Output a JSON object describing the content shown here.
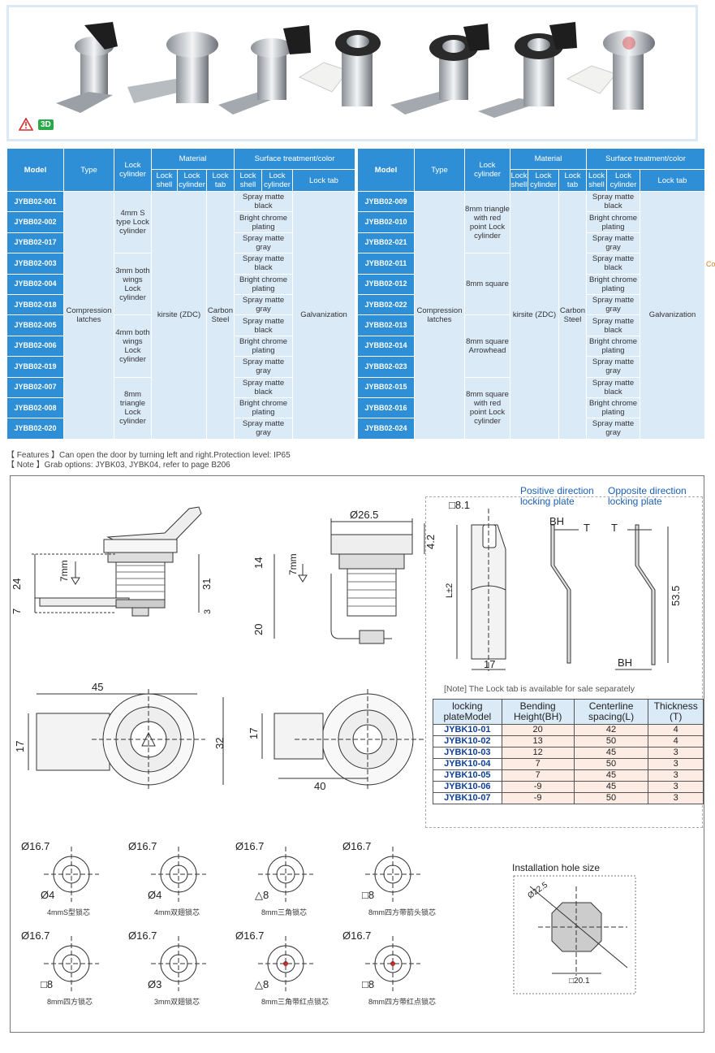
{
  "badges": {
    "warn_icon": "warning-icon",
    "three_d": "3D"
  },
  "table_headers": {
    "model": "Model",
    "type": "Type",
    "lock_cylinder": "Lock cylinder",
    "material": "Material",
    "surface": "Surface treatment/color",
    "lock_shell": "Lock shell",
    "lock_cyl_sub": "Lock cylinder",
    "lock_tab": "Lock tab",
    "lock_tab2": "Lock tab"
  },
  "left_table": {
    "type": "Compression latches",
    "material_shell": "kirsite (ZDC)",
    "material_tab": "Carbon Steel",
    "lock_tab": "Galvanization",
    "groups": [
      {
        "cylinder": "4mm S type Lock cylinder",
        "rows": [
          {
            "model": "JYBB02-001",
            "color": "Spray matte black"
          },
          {
            "model": "JYBB02-002",
            "color": "Bright chrome plating"
          },
          {
            "model": "JYBB02-017",
            "color": "Spray matte gray"
          }
        ]
      },
      {
        "cylinder": "3mm both wings Lock cylinder",
        "rows": [
          {
            "model": "JYBB02-003",
            "color": "Spray matte black"
          },
          {
            "model": "JYBB02-004",
            "color": "Bright chrome plating"
          },
          {
            "model": "JYBB02-018",
            "color": "Spray matte gray"
          }
        ]
      },
      {
        "cylinder": "4mm both wings Lock cylinder",
        "rows": [
          {
            "model": "JYBB02-005",
            "color": "Spray matte black"
          },
          {
            "model": "JYBB02-006",
            "color": "Bright chrome plating"
          },
          {
            "model": "JYBB02-019",
            "color": "Spray matte gray"
          }
        ]
      },
      {
        "cylinder": "8mm triangle Lock cylinder",
        "rows": [
          {
            "model": "JYBB02-007",
            "color": "Spray matte black"
          },
          {
            "model": "JYBB02-008",
            "color": "Bright chrome plating"
          },
          {
            "model": "JYBB02-020",
            "color": "Spray matte gray"
          }
        ]
      }
    ]
  },
  "right_table": {
    "type": "Compression latches",
    "material_shell": "kirsite (ZDC)",
    "material_tab": "Carbon Steel",
    "lock_tab": "Galvanization",
    "groups": [
      {
        "cylinder": "8mm triangle with red point Lock cylinder",
        "rows": [
          {
            "model": "JYBB02-009",
            "color": "Spray matte black"
          },
          {
            "model": "JYBB02-010",
            "color": "Bright chrome plating"
          },
          {
            "model": "JYBB02-021",
            "color": "Spray matte gray"
          }
        ]
      },
      {
        "cylinder": "8mm square",
        "rows": [
          {
            "model": "JYBB02-011",
            "color": "Spray matte black"
          },
          {
            "model": "JYBB02-012",
            "color": "Bright chrome plating"
          },
          {
            "model": "JYBB02-022",
            "color": "Spray matte gray"
          }
        ]
      },
      {
        "cylinder": "8mm square Arrowhead",
        "rows": [
          {
            "model": "JYBB02-013",
            "color": "Spray matte black"
          },
          {
            "model": "JYBB02-014",
            "color": "Bright chrome plating"
          },
          {
            "model": "JYBB02-023",
            "color": "Spray matte gray"
          }
        ]
      },
      {
        "cylinder": "8mm square with red point Lock cylinder",
        "rows": [
          {
            "model": "JYBB02-015",
            "color": "Spray matte black"
          },
          {
            "model": "JYBB02-016",
            "color": "Bright chrome plating"
          },
          {
            "model": "JYBB02-024",
            "color": "Spray matte gray"
          }
        ]
      }
    ]
  },
  "side_fragment": "Co",
  "notes": {
    "features": "【 Features 】Can open the door by turning left and right.Protection level: IP65",
    "note": "【 Note 】Grab options: JYBK03, JYBK04, refer to page B206"
  },
  "dims": {
    "d26_5": "Ø26.5",
    "d4_2": "4.2",
    "d24": "24",
    "d7mm": "7mm",
    "d7": "7",
    "d31": "31",
    "d3": "3",
    "d14": "14",
    "d20": "20",
    "d45": "45",
    "d17": "17",
    "d32": "32",
    "d40": "40",
    "d17b": "17",
    "d8_1": "□8.1",
    "dL": "L±2",
    "d17c": "17",
    "dBH": "BH",
    "dT": "T",
    "dT2": "T",
    "d53_5": "53.5",
    "dBH2": "BH",
    "pos_dir": "Positive direction",
    "pos_dir2": "locking plate",
    "opp_dir": "Opposite direction",
    "opp_dir2": "locking plate"
  },
  "tab_note": "[Note] The Lock tab is available for sale separately",
  "tab_table": {
    "headers": [
      "locking plateModel",
      "Bending Height(BH)",
      "Centerline spacing(L)",
      "Thickness (T)"
    ],
    "rows": [
      [
        "JYBK10-01",
        "20",
        "42",
        "4"
      ],
      [
        "JYBK10-02",
        "13",
        "50",
        "4"
      ],
      [
        "JYBK10-03",
        "12",
        "45",
        "3"
      ],
      [
        "JYBK10-04",
        "7",
        "50",
        "3"
      ],
      [
        "JYBK10-05",
        "7",
        "45",
        "3"
      ],
      [
        "JYBK10-06",
        "-9",
        "45",
        "3"
      ],
      [
        "JYBK10-07",
        "-9",
        "50",
        "3"
      ]
    ]
  },
  "cylinders": [
    {
      "d": "Ø16.7",
      "sub": "Ø4",
      "name": "4mmS型锁芯"
    },
    {
      "d": "Ø16.7",
      "sub": "Ø4",
      "name": "4mm双翅锁芯"
    },
    {
      "d": "Ø16.7",
      "sub": "△8",
      "name": "8mm三角锁芯"
    },
    {
      "d": "Ø16.7",
      "sub": "□8",
      "name": "8mm四方带箭头锁芯"
    },
    {
      "d": "Ø16.7",
      "sub": "□8",
      "name": "8mm四方锁芯"
    },
    {
      "d": "Ø16.7",
      "sub": "Ø3",
      "name": "3mm双翅锁芯"
    },
    {
      "d": "Ø16.7",
      "sub": "△8",
      "name": "8mm三角带红点锁芯"
    },
    {
      "d": "Ø16.7",
      "sub": "□8",
      "name": "8mm四方带红点锁芯"
    }
  ],
  "install": {
    "title": "Installation hole size",
    "d22_5": "Ø22.5",
    "sq20_1": "□20.1"
  },
  "colors": {
    "header_blue": "#2f8fd6",
    "cell_blue": "#dbeaf7",
    "model_text": "#0f3f9a",
    "accent_red": "#d62b2b",
    "green": "#2ba84a"
  }
}
